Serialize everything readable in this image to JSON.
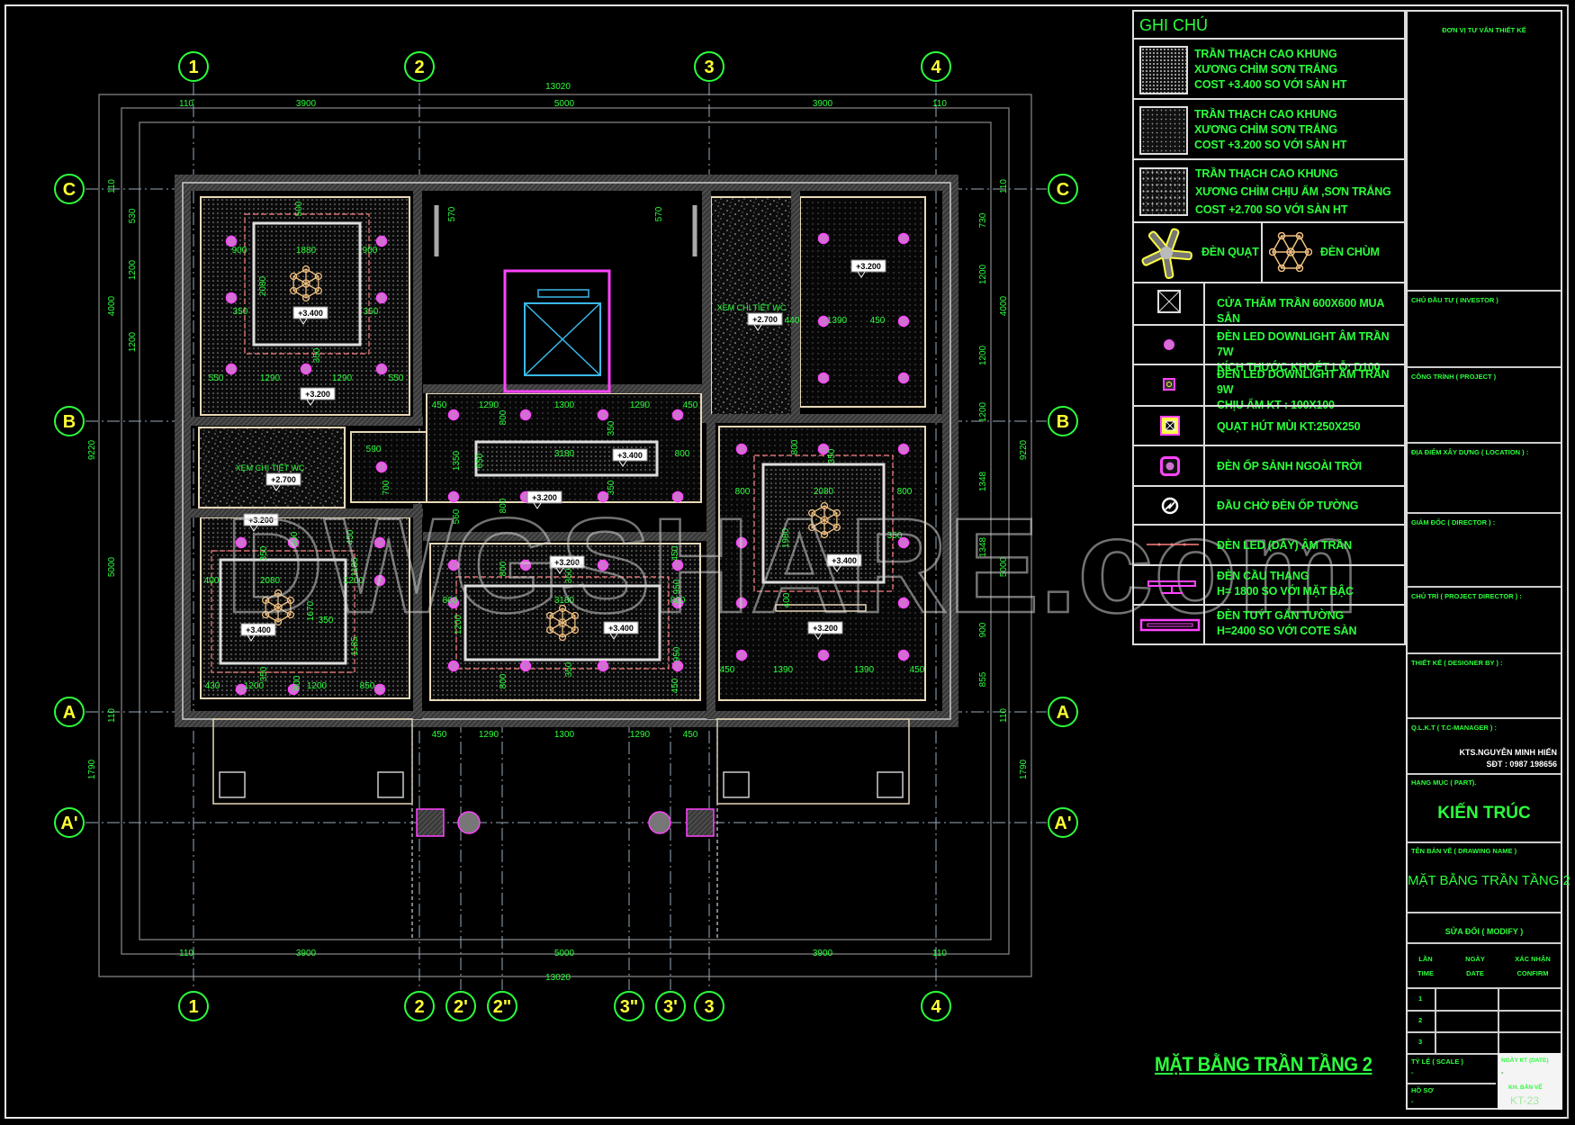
{
  "watermark": "DWGSHARE.com",
  "plan": {
    "title": "MẶT BẰNG TRẦN TẦNG 2",
    "grid_top": [
      "1",
      "2",
      "3",
      "4"
    ],
    "grid_bottom": [
      "1",
      "2",
      "2'",
      "2\"",
      "3\"",
      "3'",
      "3",
      "4"
    ],
    "grid_rows_left": [
      "C",
      "B",
      "A",
      "A'"
    ],
    "grid_rows_right": [
      "C",
      "B",
      "A",
      "A'"
    ],
    "room_notes": [
      "XEM CHI TIẾT WC",
      "XEM CHI TIẾT WC"
    ],
    "elevations": [
      "+3.400",
      "+3.200",
      "+2.700",
      "+3.200",
      "+2.700",
      "+3.400",
      "+3.200",
      "+3.200",
      "+3.400",
      "+3.200",
      "+3.400",
      "+3.400",
      "+3.200"
    ],
    "dims": [
      "13020",
      "110",
      "3900",
      "5000",
      "3900",
      "110",
      "110",
      "3900",
      "5000",
      "3900",
      "110",
      "13020",
      "110",
      "530",
      "1200",
      "4000",
      "1200",
      "9220",
      "5000",
      "1790",
      "110",
      "110",
      "730",
      "1200",
      "4000",
      "1200",
      "1200",
      "9220",
      "1348",
      "1348",
      "5000",
      "900",
      "855",
      "110",
      "1790",
      "900",
      "1880",
      "900",
      "350",
      "350",
      "550",
      "1290",
      "1290",
      "550",
      "500",
      "2080",
      "350",
      "570",
      "570",
      "450",
      "1290",
      "1300",
      "1290",
      "450",
      "3180",
      "800",
      "590",
      "1350",
      "650",
      "700",
      "560",
      "800",
      "800",
      "350",
      "350",
      "400",
      "2080",
      "1200",
      "350",
      "430",
      "1200",
      "1200",
      "850",
      "1670",
      "500",
      "350",
      "350",
      "800",
      "450",
      "1185",
      "1185",
      "800",
      "3180",
      "800",
      "450",
      "450",
      "1200",
      "800",
      "800",
      "350",
      "350",
      "950",
      "950",
      "440",
      "1390",
      "450",
      "800",
      "2080",
      "800",
      "350",
      "450",
      "1390",
      "1390",
      "450",
      "800",
      "350",
      "1980",
      "400",
      "450",
      "1290",
      "1300",
      "1290",
      "450"
    ]
  },
  "legend": {
    "title": "GHI CHÚ",
    "items": [
      {
        "lines": [
          "TRẦN THẠCH CAO KHUNG",
          "XƯƠNG CHÌM SƠN TRẮNG",
          "COST +3.400 SO VỚI SÀN HT"
        ],
        "icon": "dense-dot-hatch"
      },
      {
        "lines": [
          "TRẦN THẠCH CAO KHUNG",
          "XƯƠNG CHÌM SƠN TRẮNG",
          "COST +3.200 SO VỚI SÀN HT"
        ],
        "icon": "fine-dot-hatch"
      },
      {
        "lines": [
          "TRẦN THẠCH CAO KHUNG",
          "XƯƠNG CHÌM CHỊU ẨM ,SƠN TRẮNG",
          "COST +2.700 SO VỚI SÀN HT"
        ],
        "icon": "speckle-hatch"
      },
      {
        "lines": [
          "ĐÈN QUẠT"
        ],
        "icon": "ceiling-fan-light"
      },
      {
        "lines": [
          "ĐÈN CHÙM"
        ],
        "icon": "chandelier"
      },
      {
        "lines": [
          "CỬA THĂM TRẦN 600X600 MUA SẴN"
        ],
        "icon": "access-panel"
      },
      {
        "lines": [
          "ĐÈN LED DOWNLIGHT ÂM TRẦN 7W",
          "KÍCH THƯỚC KHOÉT LỖ: D100"
        ],
        "icon": "downlight-7w"
      },
      {
        "lines": [
          "ĐÈN LED DOWNLIGHT ÂM TRẦN 9W",
          "CHỊU ẨM KT : 100X100"
        ],
        "icon": "downlight-9w"
      },
      {
        "lines": [
          "QUẠT HÚT MÙI KT:250X250"
        ],
        "icon": "exhaust-fan"
      },
      {
        "lines": [
          "ĐÈN ỐP SẢNH NGOÀI TRỜI"
        ],
        "icon": "outdoor-ceiling-light"
      },
      {
        "lines": [
          "ĐẦU CHỜ ĐÈN ỐP TƯỜNG"
        ],
        "icon": "wall-light-outlet"
      },
      {
        "lines": [
          "ĐÈN LED (DÂY) ÂM TRẦN"
        ],
        "icon": "led-strip"
      },
      {
        "lines": [
          "ĐÈN CẦU THANG",
          "H= 1800 SO VỚI MẶT BẬC"
        ],
        "icon": "stair-light"
      },
      {
        "lines": [
          "ĐÈN TUÝT GẮN TƯỜNG",
          "H=2400 SO VỚI COTE SÀN"
        ],
        "icon": "wall-tube-light"
      }
    ],
    "colors": {
      "text": "#2cff3c",
      "light": "#ff44ff",
      "chandelier": "#f0c080"
    }
  },
  "title_block": {
    "consultant": "ĐƠN VỊ TƯ VẤN THIẾT KẾ",
    "investor": "CHỦ ĐẦU TƯ ( INVESTOR )",
    "project": "CÔNG TRÌNH ( PROJECT )",
    "location": "ĐỊA ĐIỂM XÂY DỰNG ( LOCATION ) :",
    "director": "GIÁM ĐỐC ( DIRECTOR ) :",
    "project_director": "CHỦ TRÌ ( PROJECT DIRECTOR ) :",
    "designer": "THIẾT KẾ ( DESIGNER BY ) :",
    "manager": "Q.L.K.T ( T.C-MANAGER ) :",
    "manager_name": "KTS.NGUYỄN MINH HIẾN",
    "manager_phone": "SĐT : 0987 198656",
    "part_label": "HẠNG MỤC ( PART).",
    "part": "KIẾN TRÚC",
    "drawing_name_label": "TÊN BẢN VẼ ( DRAWING NAME )",
    "drawing_name": "MẶT BẰNG TRẦN TẦNG 2",
    "modify": "SỬA ĐỔI ( MODIFY )",
    "col_time": [
      "LẦN",
      "TIME"
    ],
    "col_date": [
      "NGÀY",
      "DATE"
    ],
    "col_confirm": [
      "XÁC NHẬN",
      "CONFIRM"
    ],
    "rows": [
      "1",
      "2",
      "3"
    ],
    "scale_label": "TỶ LỆ ( SCALE )",
    "scale_value": "-",
    "date_label": "NGÀY KT (DATE)",
    "date_value": "-",
    "file_label": "HỒ SƠ",
    "file_value": "-",
    "sheet_label": "KH. BẢN VẼ",
    "sheet_no": "KT-23"
  }
}
